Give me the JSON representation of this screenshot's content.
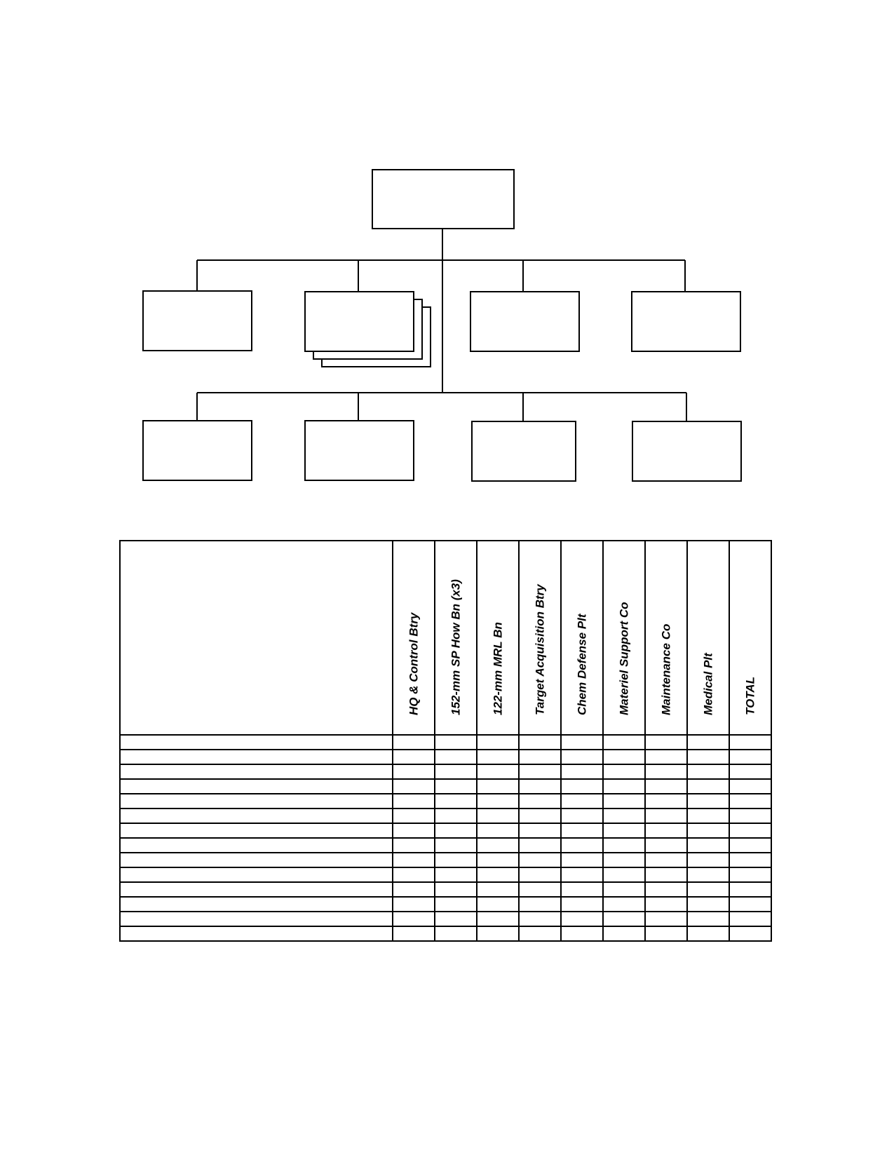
{
  "org_chart": {
    "top_unit": {
      "label": ""
    },
    "row_1_units": [
      {
        "label": ""
      },
      {
        "label": "",
        "stacked_copies": 3
      },
      {
        "label": ""
      },
      {
        "label": ""
      }
    ],
    "row_2_units": [
      {
        "label": ""
      },
      {
        "label": ""
      },
      {
        "label": ""
      },
      {
        "label": ""
      }
    ]
  },
  "table": {
    "corner_label": "",
    "columns": [
      "HQ & Control Btry",
      "152-mm SP How Bn (x3)",
      "122-mm MRL Bn",
      "Target Acquisition Btry",
      "Chem Defense Plt",
      "Materiel Support Co",
      "Maintenance Co",
      "Medical Plt",
      "TOTAL"
    ],
    "rows": [
      {
        "label": "",
        "cells": [
          "",
          "",
          "",
          "",
          "",
          "",
          "",
          "",
          ""
        ]
      },
      {
        "label": "",
        "cells": [
          "",
          "",
          "",
          "",
          "",
          "",
          "",
          "",
          ""
        ]
      },
      {
        "label": "",
        "cells": [
          "",
          "",
          "",
          "",
          "",
          "",
          "",
          "",
          ""
        ]
      },
      {
        "label": "",
        "cells": [
          "",
          "",
          "",
          "",
          "",
          "",
          "",
          "",
          ""
        ]
      },
      {
        "label": "",
        "cells": [
          "",
          "",
          "",
          "",
          "",
          "",
          "",
          "",
          ""
        ]
      },
      {
        "label": "",
        "cells": [
          "",
          "",
          "",
          "",
          "",
          "",
          "",
          "",
          ""
        ]
      },
      {
        "label": "",
        "cells": [
          "",
          "",
          "",
          "",
          "",
          "",
          "",
          "",
          ""
        ]
      },
      {
        "label": "",
        "cells": [
          "",
          "",
          "",
          "",
          "",
          "",
          "",
          "",
          ""
        ]
      },
      {
        "label": "",
        "cells": [
          "",
          "",
          "",
          "",
          "",
          "",
          "",
          "",
          ""
        ]
      },
      {
        "label": "",
        "cells": [
          "",
          "",
          "",
          "",
          "",
          "",
          "",
          "",
          ""
        ]
      },
      {
        "label": "",
        "cells": [
          "",
          "",
          "",
          "",
          "",
          "",
          "",
          "",
          ""
        ]
      },
      {
        "label": "",
        "cells": [
          "",
          "",
          "",
          "",
          "",
          "",
          "",
          "",
          ""
        ]
      },
      {
        "label": "",
        "cells": [
          "",
          "",
          "",
          "",
          "",
          "",
          "",
          "",
          ""
        ]
      },
      {
        "label": "",
        "cells": [
          "",
          "",
          "",
          "",
          "",
          "",
          "",
          "",
          ""
        ]
      }
    ]
  }
}
